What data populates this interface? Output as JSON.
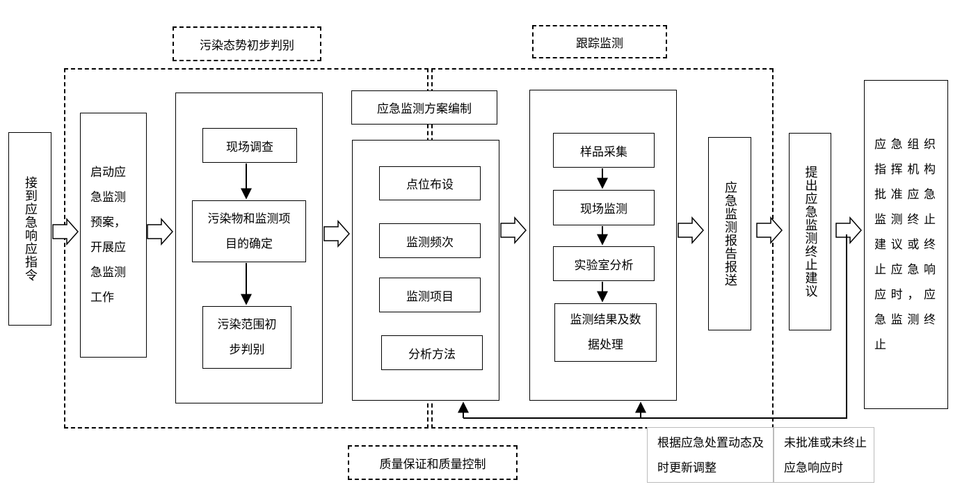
{
  "sections": {
    "initial_judgement": "污染态势初步判别",
    "tracking": "跟踪监测",
    "quality": "质量保证和质量控制"
  },
  "nodes": {
    "receive_order": "接到应急响应指令",
    "start_plan": "启动应急监测预案，开展应急监测工作",
    "site_survey": "现场调查",
    "pollutant_items": "污染物和监测项目的确定",
    "pollution_scope": "污染范围初步判别",
    "plan_compile": "应急监测方案编制",
    "point_layout": "点位布设",
    "monitor_frequency": "监测频次",
    "monitor_items": "监测项目",
    "analysis_method": "分析方法",
    "sample_collect": "样品采集",
    "field_monitor": "现场监测",
    "lab_analysis": "实验室分析",
    "result_processing": "监测结果及数据处理",
    "report_submit": "应急监测报告报送",
    "propose_terminate": "提出应急监测终止建议",
    "org_approve": "应急组织指挥机构批准应急监测终止建议或终止应急响应时，应急监测终止"
  },
  "notes": {
    "adjust": "根据应急处置动态及时更新调整",
    "not_approved": "未批准或未终止应急响应时"
  }
}
